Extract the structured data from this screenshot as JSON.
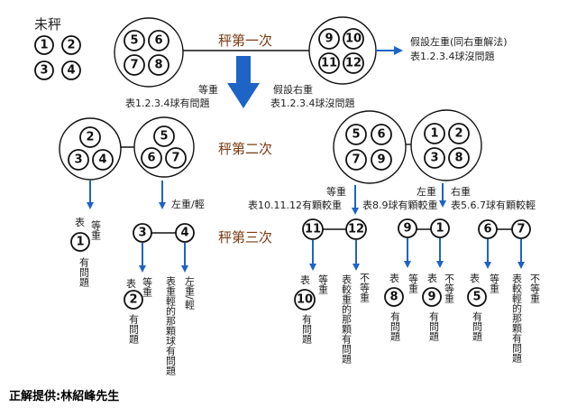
{
  "legend": {
    "label": "未秤",
    "balls": [
      "1",
      "2",
      "3",
      "4"
    ]
  },
  "weighing1": {
    "title": "秤第一次",
    "left_pan": [
      "5",
      "6",
      "7",
      "8"
    ],
    "right_pan": [
      "9",
      "10",
      "11",
      "12"
    ],
    "left_note_line1": "等重",
    "left_note_line2": "表1.2.3.4球有問題",
    "right_note_line1": "假設右重",
    "right_note_line2": "表1.2.3.4球沒問題",
    "side_note_line1": "假設左重(同右重解法)",
    "side_note_line2": "表1.2.3.4球沒問題"
  },
  "weighing2": {
    "title": "秤第二次",
    "A_left": [
      "2",
      "3",
      "4"
    ],
    "A_right": [
      "5",
      "6",
      "7"
    ],
    "B_left": [
      "5",
      "6",
      "7",
      "9"
    ],
    "B_right": [
      "1",
      "2",
      "3",
      "8"
    ],
    "A_equal": "等重",
    "A_equal_result_prefix": "表",
    "A_equal_ball": "1",
    "A_equal_suffix": "有問題",
    "A_lr": "左重/輕",
    "B_equal_line1": "等重",
    "B_equal_line2": "表10.11.12有顆較重",
    "B_left_label": "左重",
    "B_left_line": "表8.9球有顆較重",
    "B_right_label": "右重",
    "B_right_line": "表5.6.7球有顆較輕"
  },
  "weighing3": {
    "title": "秤第三次",
    "g1_left": "3",
    "g1_right": "4",
    "g1_eq_prefix": "表",
    "g1_eq_label": "等重",
    "g1_eq_ball": "2",
    "g1_eq_suffix": "有問題",
    "g1_lr_label": "左重/輕",
    "g1_lr_text": "表重輕的那顆球有問題",
    "g2_left": "11",
    "g2_right": "12",
    "g2_eq_prefix": "表",
    "g2_eq_label": "等重",
    "g2_eq_ball": "10",
    "g2_eq_suffix": "有問題",
    "g2_ne_label": "不等重",
    "g2_ne_text": "表較重的那顆有問題",
    "g3_left": "9",
    "g3_right": "1",
    "g3_eq_prefix": "表",
    "g3_eq_label": "等重",
    "g3_eq_ball": "8",
    "g3_eq_suffix": "有問題",
    "g3_ne_prefix": "表",
    "g3_ne_label": "不等重",
    "g3_ne_ball": "9",
    "g3_ne_suffix": "有問題",
    "g4_left": "6",
    "g4_right": "7",
    "g4_eq_prefix": "表",
    "g4_eq_label": "等重",
    "g4_eq_ball": "5",
    "g4_eq_suffix": "有問題",
    "g4_ne_label": "不等重",
    "g4_ne_text": "表較輕的那顆有問題"
  },
  "credit": "正解提供:林紹峰先生",
  "colors": {
    "arrow": "#1e63c6",
    "title": "#7a3b12"
  }
}
